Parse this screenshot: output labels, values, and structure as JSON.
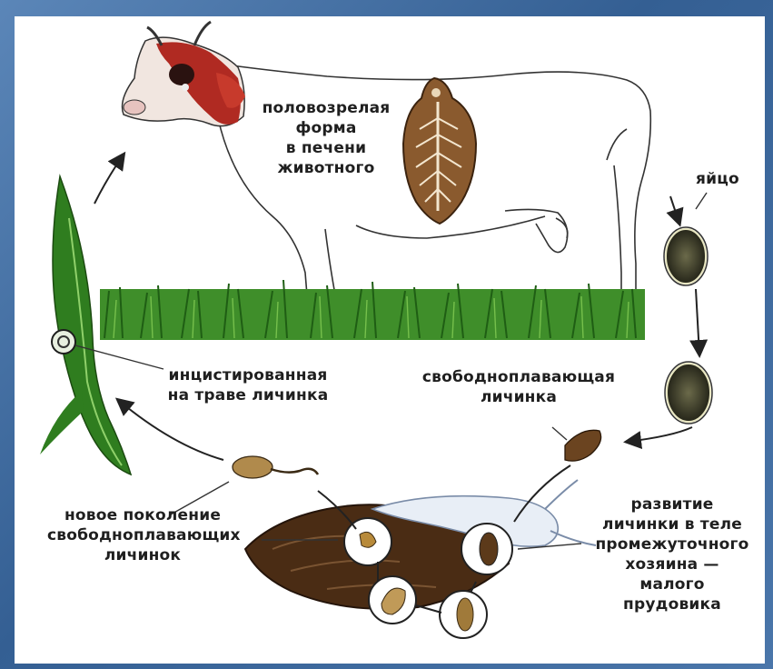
{
  "labels": {
    "adult_form": "половозрелая\nформа\nв печени\nживотного",
    "egg": "яйцо",
    "cyst_larva": "инцистированная\nна траве личинка",
    "free_larva": "свободноплавающая\nличинка",
    "new_generation": "новое поколение\nсвободноплавающих\nличинок",
    "development": "развитие\nличинки в теле\nпромежуточного\nхозяина —\nмалого\nпрудовика"
  },
  "colors": {
    "frame_blue": "#3f6a9c",
    "grass_green": "#2f7d1f",
    "cow_red": "#b02a22",
    "fluke_brown": "#7a4a22",
    "snail_brown": "#4a2c14"
  }
}
